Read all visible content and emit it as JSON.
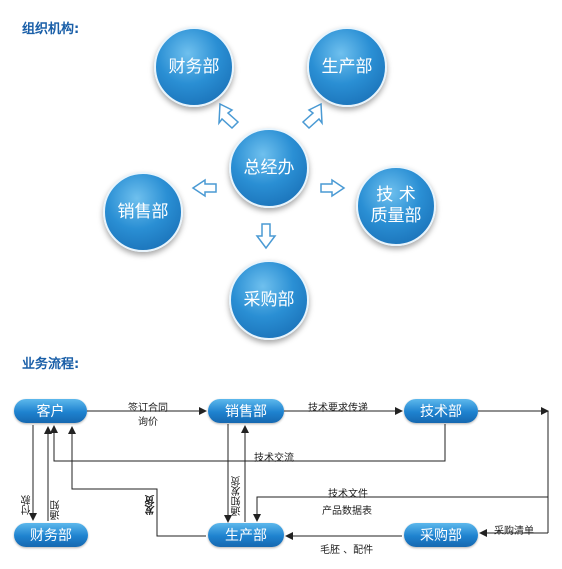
{
  "org": {
    "title": "组织机构:",
    "center": "总经办",
    "finance": "财务部",
    "production": "生产部",
    "sales": "销售部",
    "tech_line1": "技 术",
    "tech_line2": "质量部",
    "purchase": "采购部"
  },
  "flow": {
    "title": "业务流程:",
    "nodes": {
      "customer": "客户",
      "sales": "销售部",
      "tech": "技术部",
      "finance": "财务部",
      "production": "生产部",
      "purchase": "采购部"
    },
    "labels": {
      "sign_contract": "签订合同",
      "inquiry": "询价",
      "tech_requirements": "技术要求传递",
      "tech_exchange": "技术交流",
      "payment": "付款",
      "notify": "通知",
      "ship": "发货",
      "notify_ship": "通知发货",
      "tech_docs": "技术文件",
      "product_data": "产品数据表",
      "purchase_list": "采购清单",
      "blanks_parts": "毛胚 、配件"
    },
    "colors": {
      "line": "#222222",
      "node": "#1e82cf",
      "circle": "#2a8fd4",
      "arrow_outline": "#4a9ad4"
    }
  }
}
